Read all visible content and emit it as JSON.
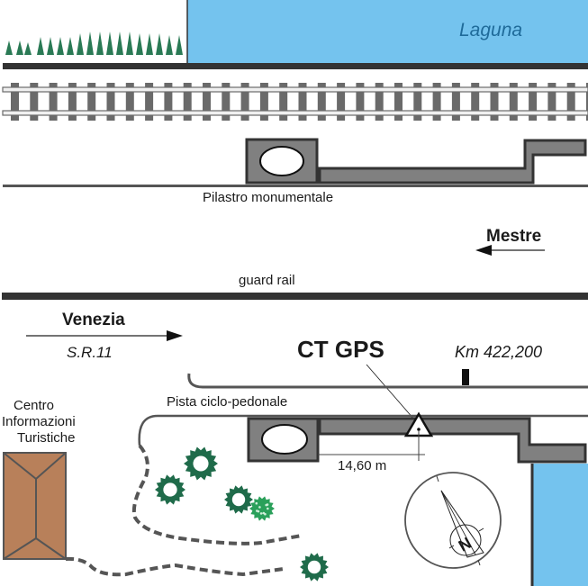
{
  "title": "Mappa CT GPS - Km 422,200",
  "labels": {
    "laguna": "Laguna",
    "pilastro": "Pilastro monumentale",
    "mestre": "Mestre",
    "guard_rail": "guard rail",
    "venezia": "Venezia",
    "road": "S.R.11",
    "ct_gps": "CT GPS",
    "km": "Km 422,200",
    "pista": "Pista ciclo-pedonale",
    "centro_line1": "Centro",
    "centro_line2": "Informazioni",
    "centro_line3": "Turistiche",
    "distance": "14,60 m",
    "north": "N"
  },
  "directions": {
    "mestre": "left",
    "venezia": "right"
  },
  "colors": {
    "water": "#74c3ee",
    "structure": "#808080",
    "outline": "#333333",
    "building": "#b8805a",
    "tree_dark": "#1f6b4a",
    "tree_light": "#2aa05a",
    "reeds": "#2a7a55",
    "text_laguna": "#1f6b9a"
  }
}
